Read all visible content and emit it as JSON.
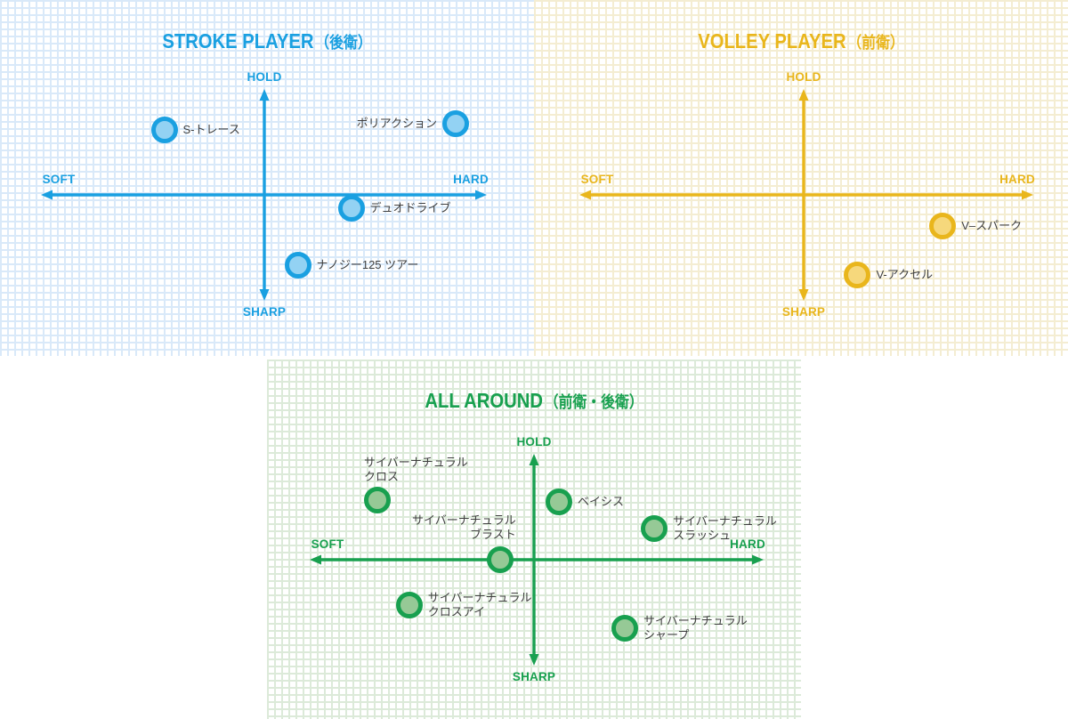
{
  "chart_data": [
    {
      "type": "scatter",
      "title": "STROKE PLAYER（後衛）",
      "title_en": "STROKE PLAYER",
      "title_jp": "（後衛）",
      "axis": {
        "up": "HOLD",
        "down": "SHARP",
        "left": "SOFT",
        "right": "HARD"
      },
      "x_axis_meaning": "SOFT (-1) to HARD (+1)",
      "y_axis_meaning": "SHARP (-1) to HOLD (+1)",
      "xlim": [
        -1,
        1
      ],
      "ylim": [
        -1,
        1
      ],
      "legend": "none",
      "grid": "dotted square background",
      "colors": {
        "accent": "#1aa0e1",
        "fill": "#93d2f3",
        "grid": "#d9e9f9"
      },
      "points": [
        {
          "label": "S-トレース",
          "lines": [
            "S-トレース"
          ],
          "x": -0.45,
          "y": 0.61,
          "label_pos": "right"
        },
        {
          "label": "ポリアクション",
          "lines": [
            "ポリアクション"
          ],
          "x": 0.86,
          "y": 0.67,
          "label_pos": "left"
        },
        {
          "label": "デュオドライブ",
          "lines": [
            "デュオドライブ"
          ],
          "x": 0.39,
          "y": -0.13,
          "label_pos": "right"
        },
        {
          "label": "ナノジー125 ツアー",
          "lines": [
            "ナノジー125 ツアー"
          ],
          "x": 0.15,
          "y": -0.66,
          "label_pos": "right"
        }
      ]
    },
    {
      "type": "scatter",
      "title": "VOLLEY PLAYER（前衛）",
      "title_en": "VOLLEY PLAYER",
      "title_jp": "（前衛）",
      "axis": {
        "up": "HOLD",
        "down": "SHARP",
        "left": "SOFT",
        "right": "HARD"
      },
      "x_axis_meaning": "SOFT (-1) to HARD (+1)",
      "y_axis_meaning": "SHARP (-1) to HOLD (+1)",
      "xlim": [
        -1,
        1
      ],
      "ylim": [
        -1,
        1
      ],
      "legend": "none",
      "grid": "dotted square background",
      "colors": {
        "accent": "#e9b61c",
        "fill": "#f6d87c",
        "grid": "#f4edd2"
      },
      "points": [
        {
          "label": "V–スパーク",
          "lines": [
            "V–スパーク"
          ],
          "x": 0.62,
          "y": -0.29,
          "label_pos": "right"
        },
        {
          "label": "V-アクセル",
          "lines": [
            "V-アクセル"
          ],
          "x": 0.24,
          "y": -0.76,
          "label_pos": "right"
        }
      ]
    },
    {
      "type": "scatter",
      "title": "ALL AROUND（前衛・後衛）",
      "title_en": "ALL AROUND",
      "title_jp": "（前衛・後衛）",
      "axis": {
        "up": "HOLD",
        "down": "SHARP",
        "left": "SOFT",
        "right": "HARD"
      },
      "x_axis_meaning": "SOFT (-1) to HARD (+1)",
      "y_axis_meaning": "SHARP (-1) to HOLD (+1)",
      "xlim": [
        -1,
        1
      ],
      "ylim": [
        -1,
        1
      ],
      "legend": "none",
      "grid": "dotted square background",
      "colors": {
        "accent": "#18a04f",
        "fill": "#96c996",
        "grid": "#dcead9"
      },
      "points": [
        {
          "label": "サイバーナチュラル クロス",
          "lines": [
            "サイバーナチュラル",
            "クロス"
          ],
          "x": -0.69,
          "y": 0.56,
          "label_pos": "above-left"
        },
        {
          "label": "ベイシス",
          "lines": [
            "ベイシス"
          ],
          "x": 0.11,
          "y": 0.55,
          "label_pos": "right"
        },
        {
          "label": "サイバーナチュラル スラッシュ",
          "lines": [
            "サイバーナチュラル",
            "スラッシュ"
          ],
          "x": 0.53,
          "y": 0.29,
          "label_pos": "right"
        },
        {
          "label": "サイバーナチュラル ブラスト",
          "lines": [
            "サイバーナチュラル",
            "ブラスト"
          ],
          "x": -0.15,
          "y": 0.0,
          "label_pos": "above-right"
        },
        {
          "label": "サイバーナチュラル クロスアイ",
          "lines": [
            "サイバーナチュラル",
            "クロスアイ"
          ],
          "x": -0.55,
          "y": -0.43,
          "label_pos": "right"
        },
        {
          "label": "サイバーナチュラル シャープ",
          "lines": [
            "サイバーナチュラル",
            "シャープ"
          ],
          "x": 0.4,
          "y": -0.65,
          "label_pos": "right"
        }
      ]
    }
  ]
}
